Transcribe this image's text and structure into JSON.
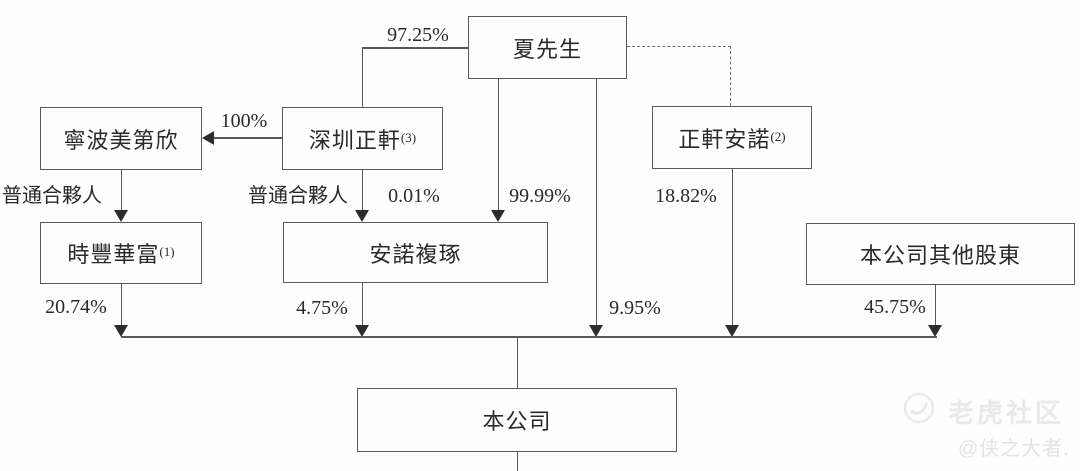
{
  "diagram": {
    "title": "shareholding-structure-chart",
    "nodes": {
      "mr_xia": {
        "label": "夏先生"
      },
      "ningbo_meidixin": {
        "label": "寧波美第欣"
      },
      "shenzhen_zhengxuan": {
        "label": "深圳正軒",
        "sup": "(3)"
      },
      "zhengxuan_annuo": {
        "label": "正軒安諾",
        "sup": "(2)"
      },
      "shifeng_huafu": {
        "label": "時豐華富",
        "sup": "(1)"
      },
      "annuo_fuzhuo": {
        "label": "安諾複琢"
      },
      "other_shareholders": {
        "label": "本公司其他股東"
      },
      "company": {
        "label": "本公司"
      }
    },
    "edge_labels": {
      "xia_to_shenzhen_pct": "97.25%",
      "shenzhen_to_ningbo_pct": "100%",
      "general_partner_left": "普通合夥人",
      "general_partner_mid": "普通合夥人",
      "shenzhen_to_annuo_pct": "0.01%",
      "xia_to_annuo_pct": "99.99%",
      "zhengxuan_to_company_pct": "18.82%",
      "shifeng_to_company_pct": "20.74%",
      "annuo_to_company_pct": "4.75%",
      "xia_to_company_pct": "9.95%",
      "other_to_company_pct": "45.75%"
    },
    "colors": {
      "line": "#57585a",
      "arrow": "#2c2c2e",
      "text": "#29292b",
      "watermark": "#e9e9e7"
    }
  },
  "watermark": {
    "brand": "老虎社区",
    "handle": "@侠之大者."
  }
}
